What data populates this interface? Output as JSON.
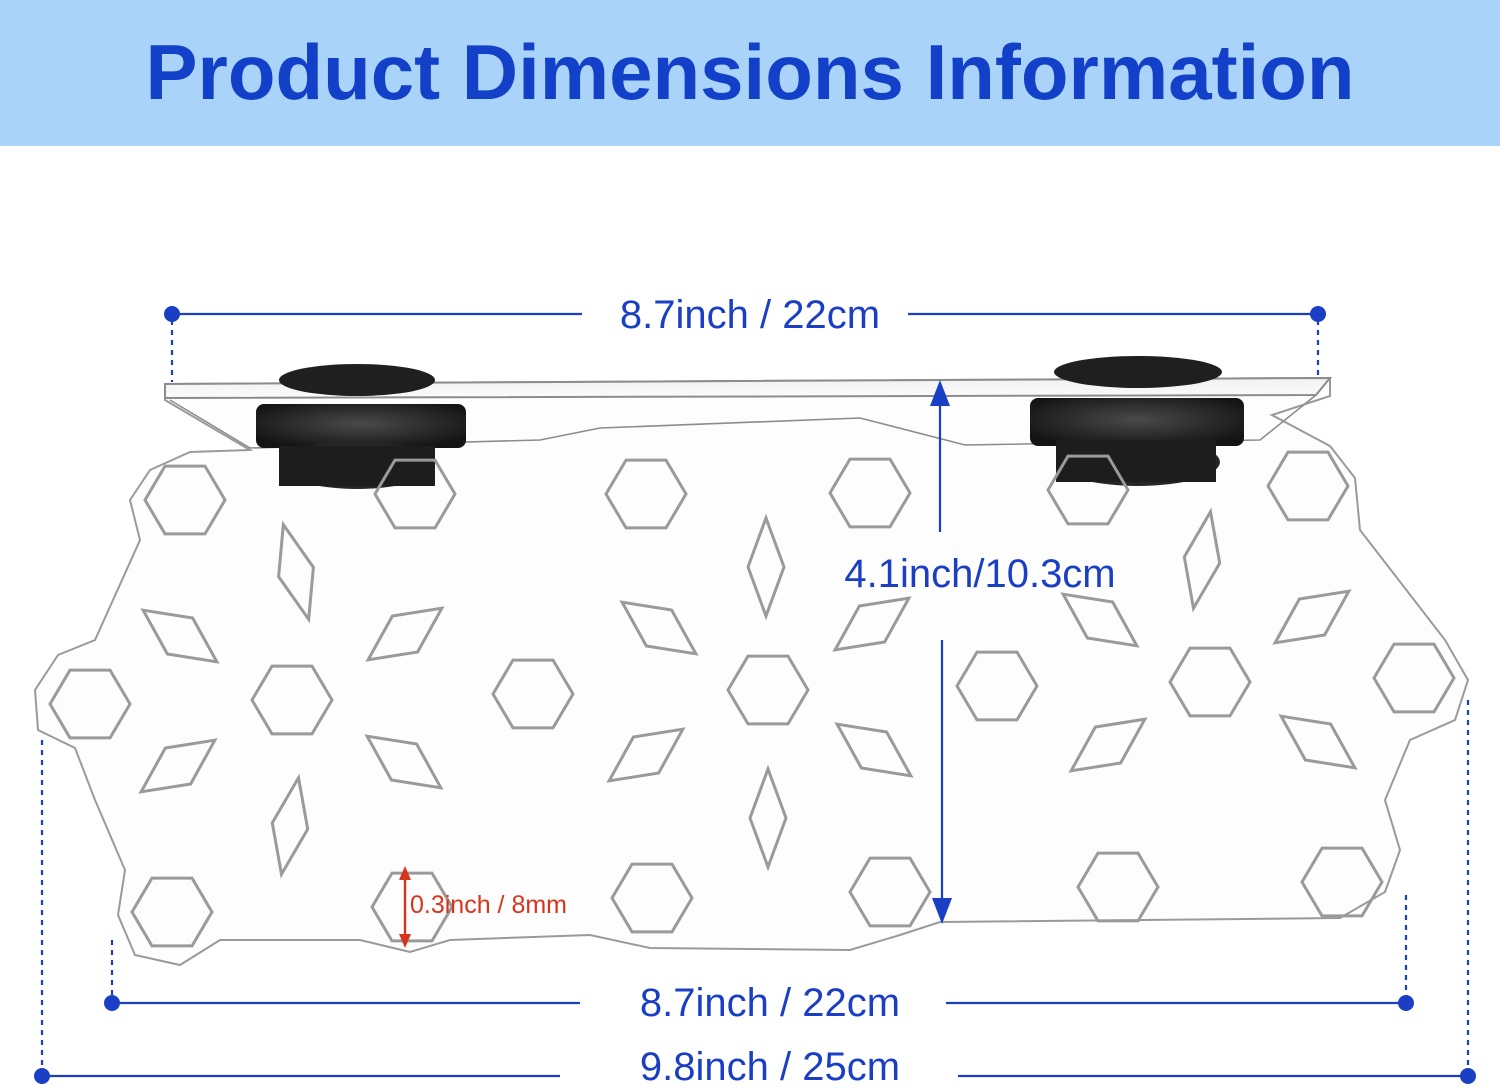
{
  "header": {
    "title": "Product Dimensions Information"
  },
  "dimensions": {
    "top_width": "8.7inch / 22cm",
    "height": "4.1inch/10.3cm",
    "bottom_width": "8.7inch / 22cm",
    "overall_width": "9.8inch / 25cm",
    "thickness": "0.3inch / 8mm"
  },
  "colors": {
    "banner_background": "#a9d3f9",
    "title_text": "#1340c8",
    "dimension_line": "#1a3fc4",
    "thickness_marker": "#d7341c",
    "acrylic_edge": "#8c8c8c",
    "suction_cup": "#262626"
  },
  "icons": [
    "suction-cup-icon",
    "hexagon-cutout",
    "diamond-cutout"
  ]
}
